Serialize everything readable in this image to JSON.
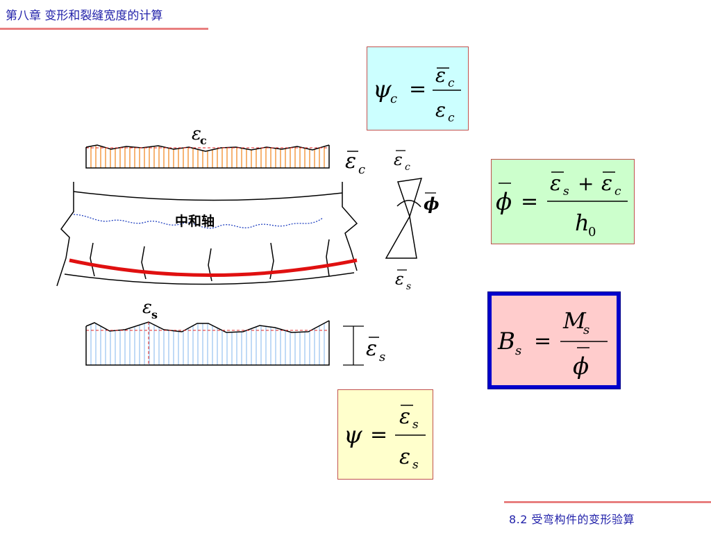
{
  "header": {
    "title": "第八章  变形和裂缝宽度的计算"
  },
  "footer": {
    "title": "8.2 受弯构件的变形验算"
  },
  "diagram": {
    "top_strain_label": "ε",
    "top_strain_sub": "c",
    "bottom_strain_label": "ε",
    "bottom_strain_sub": "s",
    "neutral_axis_label": "中和轴",
    "avg_c_label": "ε",
    "avg_c_sub": "c",
    "avg_s_label": "ε",
    "avg_s_sub": "s",
    "profile_top_label": "ε",
    "profile_top_sub": "c",
    "profile_bottom_label": "ε",
    "profile_bottom_sub": "s",
    "curvature_label": "ϕ"
  },
  "formulas": {
    "psi_c": {
      "lhs": "ψ",
      "lhs_sub": "c",
      "eq": "=",
      "num": "ε",
      "num_sub": "c",
      "den": "ε",
      "den_sub": "c"
    },
    "phi": {
      "lhs": "ϕ",
      "eq": "=",
      "num_a": "ε",
      "num_a_sub": "s",
      "plus": "+",
      "num_b": "ε",
      "num_b_sub": "c",
      "den": "h",
      "den_sub": "0"
    },
    "bs": {
      "lhs": "B",
      "lhs_sub": "s",
      "eq": "=",
      "num": "M",
      "num_sub": "s",
      "den": "ϕ"
    },
    "psi": {
      "lhs": "ψ",
      "eq": "=",
      "num": "ε",
      "num_sub": "s",
      "den": "ε",
      "den_sub": "s"
    }
  },
  "colors": {
    "title_blue": "#2222aa",
    "rule_pink": "#e87f7f",
    "hatch_orange": "#f28c28",
    "hatch_blue": "#9fc5f0",
    "steel_red": "#e01010",
    "neutral_blue": "#1f3fbf",
    "dash_red": "#e02020"
  }
}
